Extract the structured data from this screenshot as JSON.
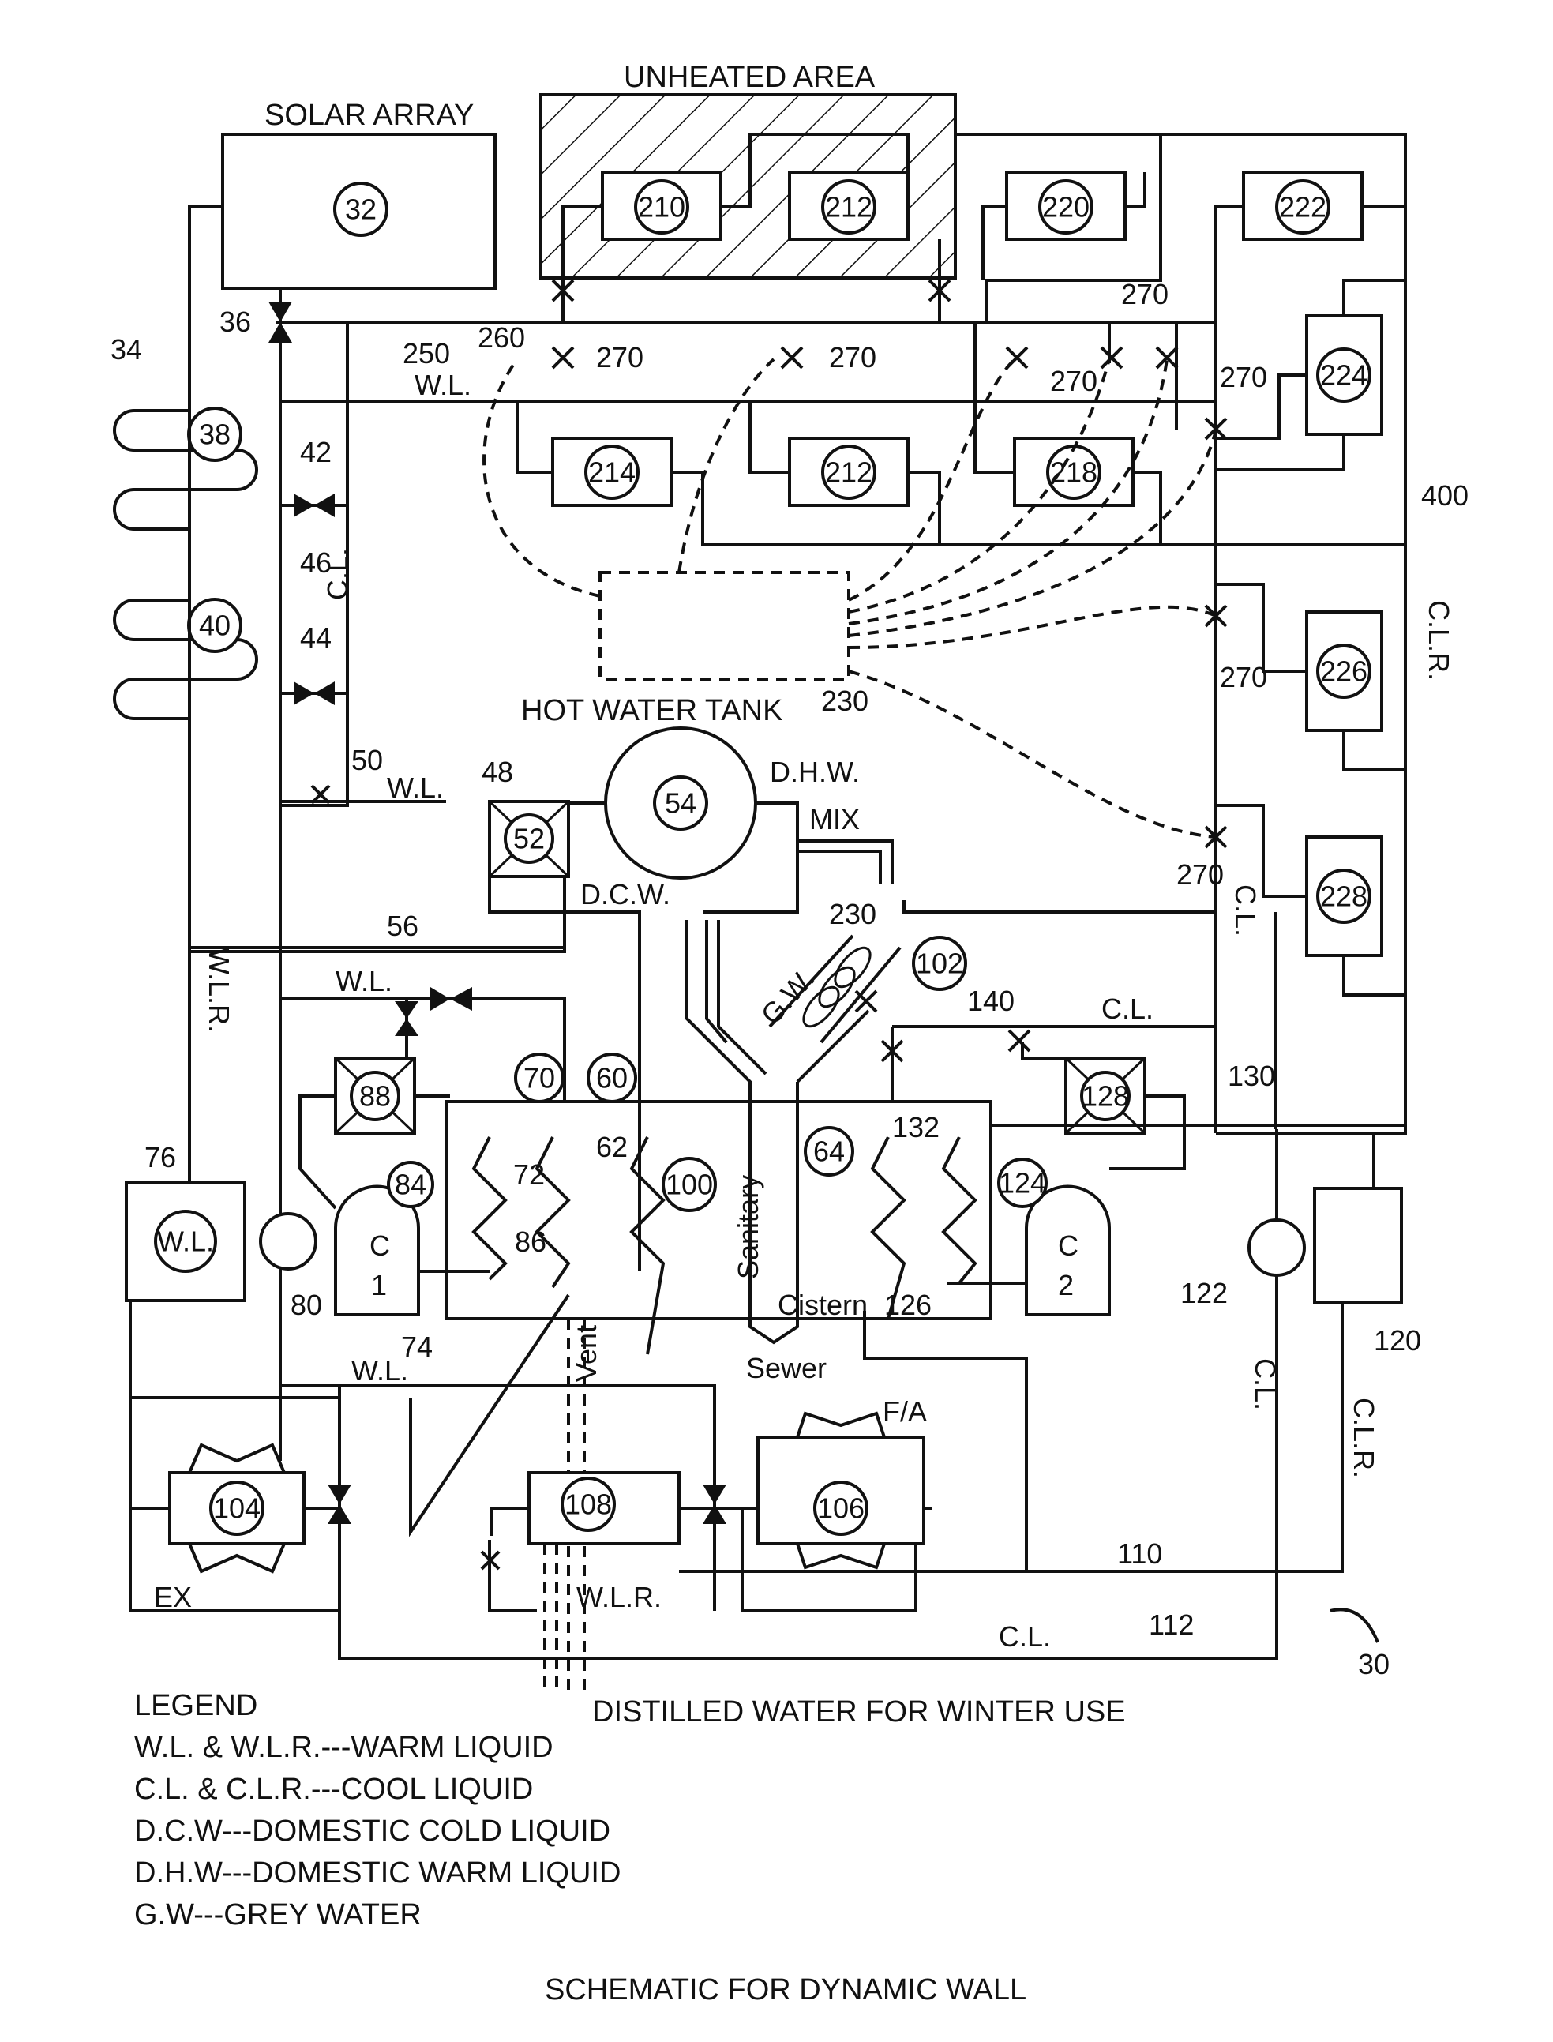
{
  "labels": {
    "solar_array": "SOLAR ARRAY",
    "unheated_area": "UNHEATED AREA",
    "hot_water_tank": "HOT WATER TANK",
    "dhw": "D.H.W.",
    "dcw": "D.C.W.",
    "mix": "MIX",
    "gw": "G.W.",
    "wl": "W.L.",
    "wlr": "W.L.R.",
    "cl": "C.L.",
    "clr": "C.L.R.",
    "sanitary": "Sanitary",
    "cistern": "Cistern",
    "sewer": "Sewer",
    "vent": "Vent",
    "fa": "F/A",
    "ex": "EX",
    "distilled": "DISTILLED WATER FOR WINTER USE",
    "c": "C",
    "one": "1",
    "two": "2"
  },
  "numbers": {
    "n30": "30",
    "n32": "32",
    "n34": "34",
    "n36": "36",
    "n38": "38",
    "n40": "40",
    "n42": "42",
    "n44": "44",
    "n46": "46",
    "n48": "48",
    "n50": "50",
    "n52": "52",
    "n54": "54",
    "n56": "56",
    "n60": "60",
    "n62": "62",
    "n64": "64",
    "n70": "70",
    "n72": "72",
    "n74": "74",
    "n76": "76",
    "n80": "80",
    "n84": "84",
    "n86": "86",
    "n88": "88",
    "n100": "100",
    "n102": "102",
    "n104": "104",
    "n106": "106",
    "n108": "108",
    "n110": "110",
    "n112": "112",
    "n120": "120",
    "n122": "122",
    "n124": "124",
    "n126": "126",
    "n128": "128",
    "n130": "130",
    "n132": "132",
    "n140": "140",
    "n210": "210",
    "n212": "212",
    "n214": "214",
    "n218": "218",
    "n220": "220",
    "n222": "222",
    "n224": "224",
    "n226": "226",
    "n228": "228",
    "n230": "230",
    "n250": "250",
    "n260": "260",
    "n270": "270",
    "n400": "400"
  },
  "legend": {
    "title": "LEGEND",
    "items": [
      "W.L. & W.L.R.---WARM LIQUID",
      "C.L. & C.L.R.---COOL LIQUID",
      "D.C.W---DOMESTIC COLD LIQUID",
      "D.H.W---DOMESTIC WARM LIQUID",
      "G.W---GREY WATER"
    ]
  },
  "caption": "SCHEMATIC FOR DYNAMIC WALL"
}
